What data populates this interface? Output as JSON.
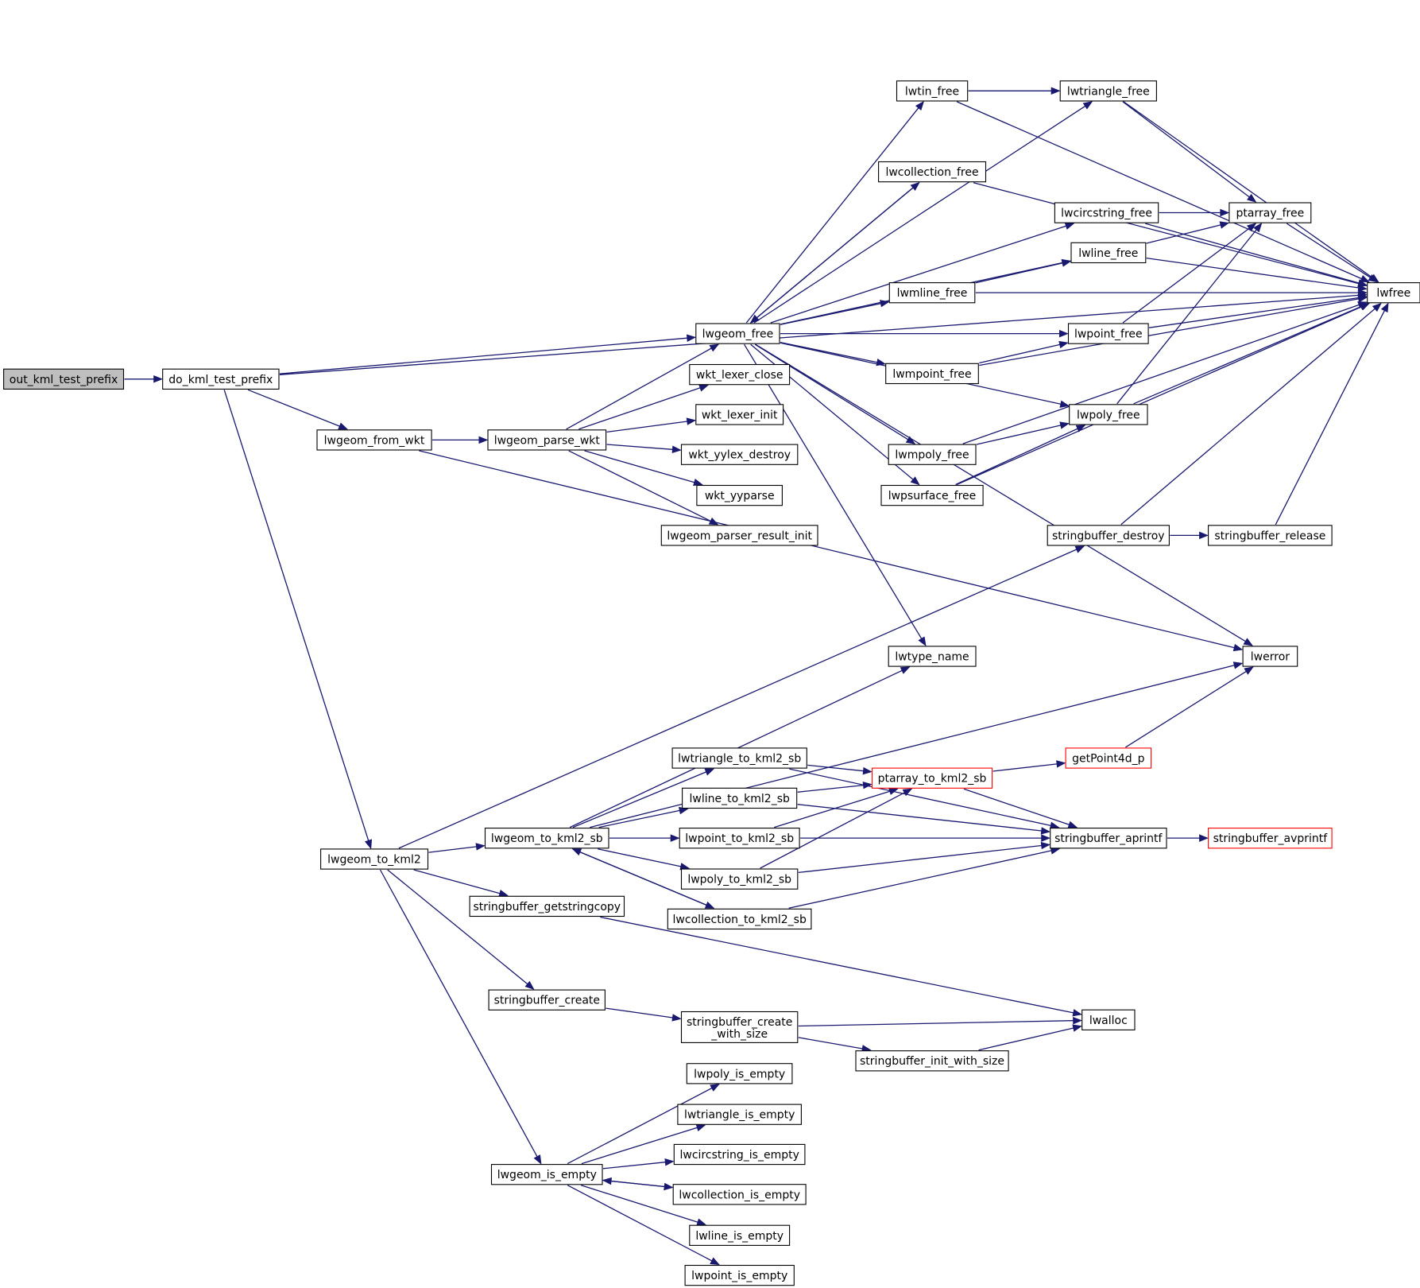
{
  "diagram": {
    "nodes": [
      {
        "id": "out_kml_test_prefix",
        "label": "out_kml_test_prefix",
        "highlighted": true
      },
      {
        "id": "do_kml_test_prefix",
        "label": "do_kml_test_prefix"
      },
      {
        "id": "lwgeom_from_wkt",
        "label": "lwgeom_from_wkt"
      },
      {
        "id": "lwgeom_parse_wkt",
        "label": "lwgeom_parse_wkt"
      },
      {
        "id": "lwgeom_free",
        "label": "lwgeom_free"
      },
      {
        "id": "wkt_lexer_close",
        "label": "wkt_lexer_close"
      },
      {
        "id": "wkt_lexer_init",
        "label": "wkt_lexer_init"
      },
      {
        "id": "wkt_yylex_destroy",
        "label": "wkt_yylex_destroy"
      },
      {
        "id": "wkt_yyparse",
        "label": "wkt_yyparse"
      },
      {
        "id": "lwgeom_parser_result_init",
        "label": "lwgeom_parser_result_init"
      },
      {
        "id": "lwtin_free",
        "label": "lwtin_free"
      },
      {
        "id": "lwtriangle_free",
        "label": "lwtriangle_free"
      },
      {
        "id": "lwcollection_free",
        "label": "lwcollection_free"
      },
      {
        "id": "lwcircstring_free",
        "label": "lwcircstring_free"
      },
      {
        "id": "ptarray_free",
        "label": "ptarray_free"
      },
      {
        "id": "lwline_free",
        "label": "lwline_free"
      },
      {
        "id": "lwmline_free",
        "label": "lwmline_free"
      },
      {
        "id": "lwfree",
        "label": "lwfree"
      },
      {
        "id": "lwpoint_free",
        "label": "lwpoint_free"
      },
      {
        "id": "lwmpoint_free",
        "label": "lwmpoint_free"
      },
      {
        "id": "lwpoly_free",
        "label": "lwpoly_free"
      },
      {
        "id": "lwmpoly_free",
        "label": "lwmpoly_free"
      },
      {
        "id": "lwpsurface_free",
        "label": "lwpsurface_free"
      },
      {
        "id": "stringbuffer_destroy",
        "label": "stringbuffer_destroy"
      },
      {
        "id": "stringbuffer_release",
        "label": "stringbuffer_release"
      },
      {
        "id": "lwtype_name",
        "label": "lwtype_name"
      },
      {
        "id": "lwerror",
        "label": "lwerror"
      },
      {
        "id": "lwtriangle_to_kml2_sb",
        "label": "lwtriangle_to_kml2_sb"
      },
      {
        "id": "ptarray_to_kml2_sb",
        "label": "ptarray_to_kml2_sb",
        "truncated": true
      },
      {
        "id": "getPoint4d_p",
        "label": "getPoint4d_p",
        "truncated": true
      },
      {
        "id": "lwline_to_kml2_sb",
        "label": "lwline_to_kml2_sb"
      },
      {
        "id": "lwgeom_to_kml2_sb",
        "label": "lwgeom_to_kml2_sb"
      },
      {
        "id": "lwpoint_to_kml2_sb",
        "label": "lwpoint_to_kml2_sb"
      },
      {
        "id": "stringbuffer_aprintf",
        "label": "stringbuffer_aprintf"
      },
      {
        "id": "stringbuffer_avprintf",
        "label": "stringbuffer_avprintf",
        "truncated": true
      },
      {
        "id": "lwgeom_to_kml2",
        "label": "lwgeom_to_kml2"
      },
      {
        "id": "lwpoly_to_kml2_sb",
        "label": "lwpoly_to_kml2_sb"
      },
      {
        "id": "stringbuffer_getstringcopy",
        "label": "stringbuffer_getstringcopy"
      },
      {
        "id": "lwcollection_to_kml2_sb",
        "label": "lwcollection_to_kml2_sb"
      },
      {
        "id": "stringbuffer_create",
        "label": "stringbuffer_create"
      },
      {
        "id": "lwalloc",
        "label": "lwalloc"
      },
      {
        "id": "stringbuffer_create_with_size",
        "label": "stringbuffer_create\n_with_size"
      },
      {
        "id": "stringbuffer_init_with_size",
        "label": "stringbuffer_init_with_size"
      },
      {
        "id": "lwpoly_is_empty",
        "label": "lwpoly_is_empty"
      },
      {
        "id": "lwtriangle_is_empty",
        "label": "lwtriangle_is_empty"
      },
      {
        "id": "lwcircstring_is_empty",
        "label": "lwcircstring_is_empty"
      },
      {
        "id": "lwgeom_is_empty",
        "label": "lwgeom_is_empty"
      },
      {
        "id": "lwcollection_is_empty",
        "label": "lwcollection_is_empty"
      },
      {
        "id": "lwline_is_empty",
        "label": "lwline_is_empty"
      },
      {
        "id": "lwpoint_is_empty",
        "label": "lwpoint_is_empty"
      }
    ],
    "edges": [
      [
        "out_kml_test_prefix",
        "do_kml_test_prefix"
      ],
      [
        "do_kml_test_prefix",
        "lwfree"
      ],
      [
        "do_kml_test_prefix",
        "lwgeom_free"
      ],
      [
        "do_kml_test_prefix",
        "lwgeom_from_wkt"
      ],
      [
        "do_kml_test_prefix",
        "lwgeom_to_kml2"
      ],
      [
        "lwgeom_from_wkt",
        "lwgeom_parse_wkt"
      ],
      [
        "lwgeom_from_wkt",
        "lwerror"
      ],
      [
        "lwgeom_parse_wkt",
        "lwgeom_free"
      ],
      [
        "lwgeom_parse_wkt",
        "wkt_lexer_close"
      ],
      [
        "lwgeom_parse_wkt",
        "wkt_lexer_init"
      ],
      [
        "lwgeom_parse_wkt",
        "wkt_yylex_destroy"
      ],
      [
        "lwgeom_parse_wkt",
        "wkt_yyparse"
      ],
      [
        "lwgeom_parse_wkt",
        "lwgeom_parser_result_init"
      ],
      [
        "lwgeom_free",
        "lwtin_free"
      ],
      [
        "lwgeom_free",
        "lwtriangle_free"
      ],
      [
        "lwgeom_free",
        "lwcollection_free"
      ],
      [
        "lwgeom_free",
        "lwcircstring_free"
      ],
      [
        "lwgeom_free",
        "lwline_free"
      ],
      [
        "lwgeom_free",
        "lwmline_free"
      ],
      [
        "lwgeom_free",
        "lwpoint_free"
      ],
      [
        "lwgeom_free",
        "lwmpoint_free"
      ],
      [
        "lwgeom_free",
        "lwpoly_free"
      ],
      [
        "lwgeom_free",
        "lwmpoly_free"
      ],
      [
        "lwgeom_free",
        "lwpsurface_free"
      ],
      [
        "lwgeom_free",
        "lwtype_name"
      ],
      [
        "lwgeom_free",
        "lwerror"
      ],
      [
        "lwcollection_free",
        "lwgeom_free"
      ],
      [
        "lwtin_free",
        "lwtriangle_free"
      ],
      [
        "lwtin_free",
        "lwfree"
      ],
      [
        "lwtriangle_free",
        "ptarray_free"
      ],
      [
        "lwtriangle_free",
        "lwfree"
      ],
      [
        "lwcollection_free",
        "lwfree"
      ],
      [
        "lwcircstring_free",
        "ptarray_free"
      ],
      [
        "lwcircstring_free",
        "lwfree"
      ],
      [
        "ptarray_free",
        "lwfree"
      ],
      [
        "lwline_free",
        "ptarray_free"
      ],
      [
        "lwline_free",
        "lwfree"
      ],
      [
        "lwmline_free",
        "lwline_free"
      ],
      [
        "lwmline_free",
        "lwfree"
      ],
      [
        "lwpoint_free",
        "ptarray_free"
      ],
      [
        "lwpoint_free",
        "lwfree"
      ],
      [
        "lwmpoint_free",
        "lwpoint_free"
      ],
      [
        "lwmpoint_free",
        "lwfree"
      ],
      [
        "lwpoly_free",
        "ptarray_free"
      ],
      [
        "lwpoly_free",
        "lwfree"
      ],
      [
        "lwmpoly_free",
        "lwpoly_free"
      ],
      [
        "lwmpoly_free",
        "lwfree"
      ],
      [
        "lwpsurface_free",
        "lwpoly_free"
      ],
      [
        "lwpsurface_free",
        "lwfree"
      ],
      [
        "lwgeom_to_kml2",
        "stringbuffer_destroy"
      ],
      [
        "stringbuffer_destroy",
        "stringbuffer_release"
      ],
      [
        "stringbuffer_destroy",
        "lwfree"
      ],
      [
        "stringbuffer_release",
        "lwfree"
      ],
      [
        "lwgeom_to_kml2",
        "lwgeom_to_kml2_sb"
      ],
      [
        "lwgeom_to_kml2",
        "stringbuffer_getstringcopy"
      ],
      [
        "lwgeom_to_kml2",
        "stringbuffer_create"
      ],
      [
        "lwgeom_to_kml2",
        "lwgeom_is_empty"
      ],
      [
        "lwgeom_to_kml2_sb",
        "lwtype_name"
      ],
      [
        "lwgeom_to_kml2_sb",
        "lwerror"
      ],
      [
        "lwgeom_to_kml2_sb",
        "lwtriangle_to_kml2_sb"
      ],
      [
        "lwgeom_to_kml2_sb",
        "lwline_to_kml2_sb"
      ],
      [
        "lwgeom_to_kml2_sb",
        "lwpoint_to_kml2_sb"
      ],
      [
        "lwgeom_to_kml2_sb",
        "lwpoly_to_kml2_sb"
      ],
      [
        "lwgeom_to_kml2_sb",
        "lwcollection_to_kml2_sb"
      ],
      [
        "lwcollection_to_kml2_sb",
        "lwgeom_to_kml2_sb"
      ],
      [
        "lwtriangle_to_kml2_sb",
        "ptarray_to_kml2_sb"
      ],
      [
        "lwtriangle_to_kml2_sb",
        "stringbuffer_aprintf"
      ],
      [
        "lwline_to_kml2_sb",
        "ptarray_to_kml2_sb"
      ],
      [
        "lwline_to_kml2_sb",
        "stringbuffer_aprintf"
      ],
      [
        "lwpoint_to_kml2_sb",
        "ptarray_to_kml2_sb"
      ],
      [
        "lwpoint_to_kml2_sb",
        "stringbuffer_aprintf"
      ],
      [
        "lwpoly_to_kml2_sb",
        "ptarray_to_kml2_sb"
      ],
      [
        "lwpoly_to_kml2_sb",
        "stringbuffer_aprintf"
      ],
      [
        "lwcollection_to_kml2_sb",
        "stringbuffer_aprintf"
      ],
      [
        "ptarray_to_kml2_sb",
        "getPoint4d_p"
      ],
      [
        "ptarray_to_kml2_sb",
        "stringbuffer_aprintf"
      ],
      [
        "getPoint4d_p",
        "lwerror"
      ],
      [
        "stringbuffer_aprintf",
        "stringbuffer_avprintf"
      ],
      [
        "stringbuffer_getstringcopy",
        "lwalloc"
      ],
      [
        "stringbuffer_create",
        "stringbuffer_create_with_size"
      ],
      [
        "stringbuffer_create_with_size",
        "lwalloc"
      ],
      [
        "stringbuffer_create_with_size",
        "stringbuffer_init_with_size"
      ],
      [
        "stringbuffer_init_with_size",
        "lwalloc"
      ],
      [
        "lwgeom_is_empty",
        "lwpoly_is_empty"
      ],
      [
        "lwgeom_is_empty",
        "lwtriangle_is_empty"
      ],
      [
        "lwgeom_is_empty",
        "lwcircstring_is_empty"
      ],
      [
        "lwgeom_is_empty",
        "lwcollection_is_empty"
      ],
      [
        "lwcollection_is_empty",
        "lwgeom_is_empty"
      ],
      [
        "lwgeom_is_empty",
        "lwline_is_empty"
      ],
      [
        "lwgeom_is_empty",
        "lwpoint_is_empty"
      ]
    ],
    "colors": {
      "edge": "#191970",
      "node_border": "#000000",
      "truncated_border": "#ff0000",
      "highlight_fill": "#bfbfbf",
      "background": "#ffffff"
    }
  }
}
